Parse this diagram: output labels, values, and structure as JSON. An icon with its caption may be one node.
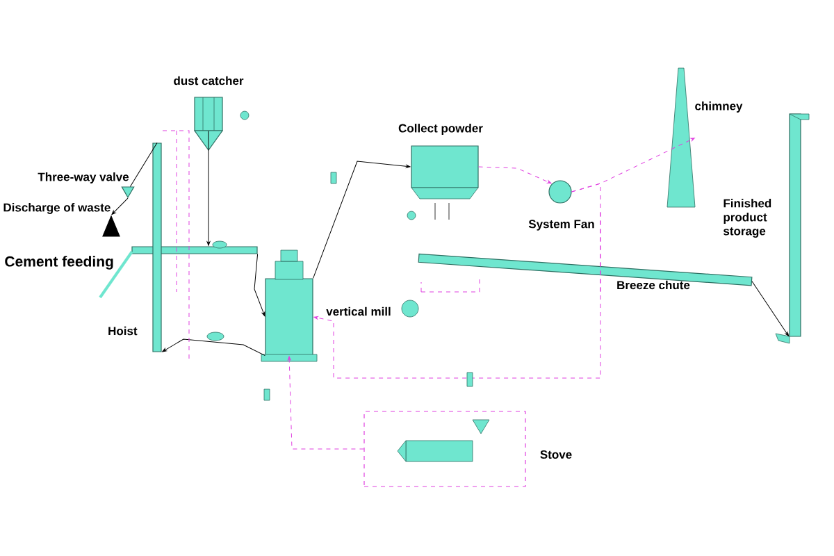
{
  "diagram": {
    "nodes": [
      {
        "text": [
          "dust catcher"
        ]
      },
      {
        "text": [
          "Three-way valve"
        ]
      },
      {
        "text": [
          "Discharge of waste"
        ]
      },
      {
        "text": [
          "Cement feeding"
        ]
      },
      {
        "text": [
          "Hoist"
        ]
      },
      {
        "text": [
          "vertical mill"
        ]
      },
      {
        "text": [
          "Collect powder"
        ]
      },
      {
        "text": [
          "System Fan"
        ]
      },
      {
        "text": [
          "chimney"
        ]
      },
      {
        "text": [
          "Finished product storage"
        ]
      },
      {
        "text": [
          "Breeze chute"
        ]
      },
      {
        "text": [
          "Stove"
        ]
      }
    ],
    "edges": [
      {
        "from": 0,
        "to": 3,
        "arrow": "to"
      },
      {
        "from": 4,
        "to": 1,
        "arrow": "none"
      },
      {
        "from": 1,
        "to": 2,
        "arrow": "to"
      },
      {
        "from": 3,
        "to": 5,
        "arrow": "to"
      },
      {
        "from": 5,
        "to": 4,
        "arrow": "to"
      },
      {
        "from": 5,
        "to": 6,
        "arrow": "to"
      },
      {
        "from": 6,
        "to": 7,
        "arrow": "to",
        "style": "dashed",
        "color": "#e040e0"
      },
      {
        "from": 7,
        "to": 8,
        "arrow": "to",
        "style": "dashed",
        "color": "#e040e0"
      },
      {
        "from": 10,
        "to": 9,
        "arrow": "to"
      },
      {
        "from": 7,
        "to": 5,
        "arrow": "to",
        "style": "dashed",
        "color": "#e040e0"
      },
      {
        "from": 11,
        "to": 5,
        "arrow": "to",
        "style": "dashed",
        "color": "#e040e0"
      }
    ]
  }
}
